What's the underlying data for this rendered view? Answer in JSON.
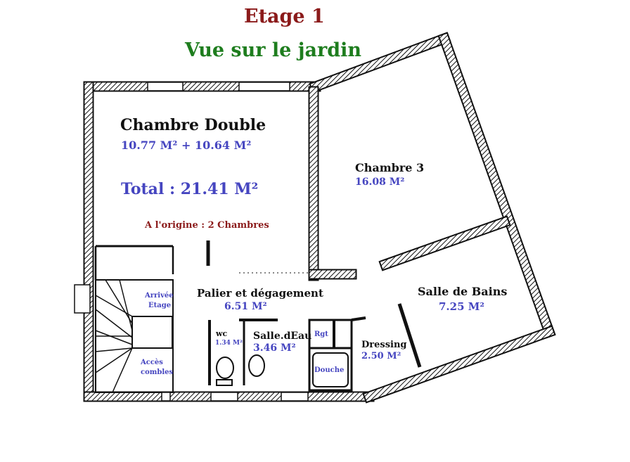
{
  "title": "Etage 1",
  "subtitle": "Vue sur le jardin",
  "colors": {
    "title": "#8b1a1a",
    "subtitle": "#1e7d1e",
    "area": "#4545c0",
    "note": "#8b1a1a"
  },
  "rooms": {
    "chambre_double": {
      "name": "Chambre Double",
      "area": "10.77 M² + 10.64 M²",
      "total": "Total : 21.41 M²",
      "note": "A l'origine : 2 Chambres"
    },
    "chambre3": {
      "name": "Chambre 3",
      "area": "16.08 M²"
    },
    "palier": {
      "name": "Palier et dégagement",
      "area": "6.51 M²"
    },
    "salle_bains": {
      "name": "Salle de Bains",
      "area": "7.25 M²"
    },
    "wc": {
      "name": "wc",
      "area": "1.34 M²"
    },
    "salle_eau": {
      "name": "Salle.dEau",
      "area": "3.46 M²"
    },
    "rgt": {
      "name": "Rgt"
    },
    "douche": {
      "name": "Douche"
    },
    "dressing": {
      "name": "Dressing",
      "area": "2.50 M²"
    },
    "arrivee": {
      "line1": "Arrivée",
      "line2": "Etage"
    },
    "acces": {
      "line1": "Accès",
      "line2": "combles"
    }
  }
}
